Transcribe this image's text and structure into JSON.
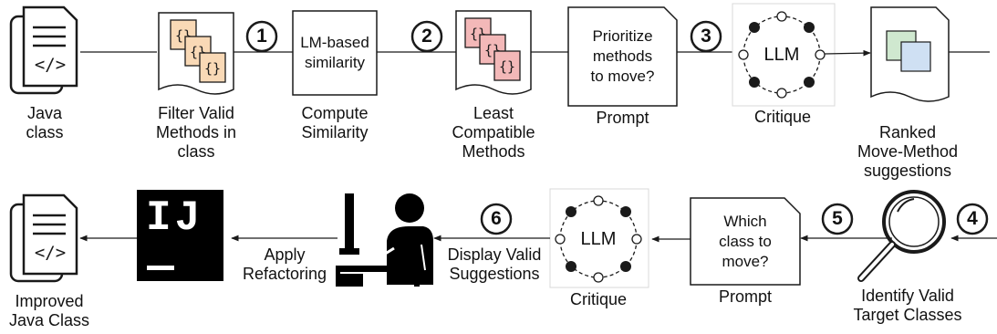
{
  "top_row": {
    "java_class_label": "Java\nclass",
    "filter_label": "Filter Valid\nMethods in\nclass",
    "step1": "1",
    "similarity_box_text": "LM-based\nsimilarity",
    "compute_label": "Compute\nSimilarity",
    "step2": "2",
    "least_label": "Least\nCompatible\nMethods",
    "prompt_box_text": "Prioritize\nmethods\nto move?",
    "prompt_label": "Prompt",
    "step3": "3",
    "llm_text": "LLM",
    "critique_label": "Critique",
    "ranked_label": "Ranked\nMove-Method\nsuggestions"
  },
  "bottom_row": {
    "step4": "4",
    "identify_label": "Identify Valid\nTarget Classes",
    "step5": "5",
    "prompt_box_text": "Which\nclass to\nmove?",
    "prompt_label": "Prompt",
    "llm_text": "LLM",
    "critique_label": "Critique",
    "step6": "6",
    "display_label": "Display Valid\nSuggestions",
    "apply_label": "Apply\nRefactoring",
    "ide_logo_text": "IJ",
    "improved_label": "Improved\nJava Class"
  },
  "icon_glyphs": {
    "code_tag": "</>",
    "braces": "{}"
  },
  "colors": {
    "stroke": "#1a1a1a",
    "method_orange": "#f9d9b6",
    "method_red": "#f3b8b8",
    "doc_green": "#cfe8cf",
    "doc_blue": "#cfe0f3",
    "ide_bg": "#000000"
  }
}
